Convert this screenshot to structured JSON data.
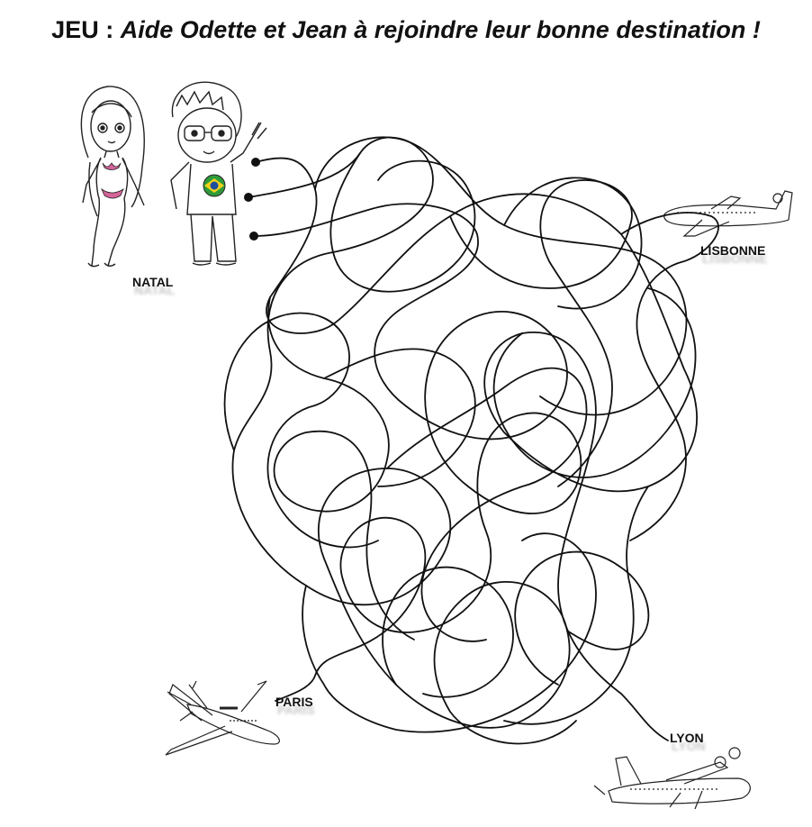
{
  "title": {
    "prefix": "JEU : ",
    "main": "Aide Odette et Jean à rejoindre leur bonne destination !"
  },
  "cities": {
    "natal": "NATAL",
    "lisbonne": "LISBONNE",
    "paris": "PARIS",
    "lyon": "LYON"
  },
  "colors": {
    "line": "#111111",
    "flag_green": "#2e9b3a",
    "flag_yellow": "#f2d21b",
    "flag_blue": "#1d4f9c",
    "bikini": "#d6649a"
  },
  "icons": [
    "girl-odette-icon",
    "boy-jean-icon",
    "brazil-flag-icon",
    "airplane-lisbonne-icon",
    "airplane-paris-icon",
    "airplane-lyon-icon"
  ]
}
